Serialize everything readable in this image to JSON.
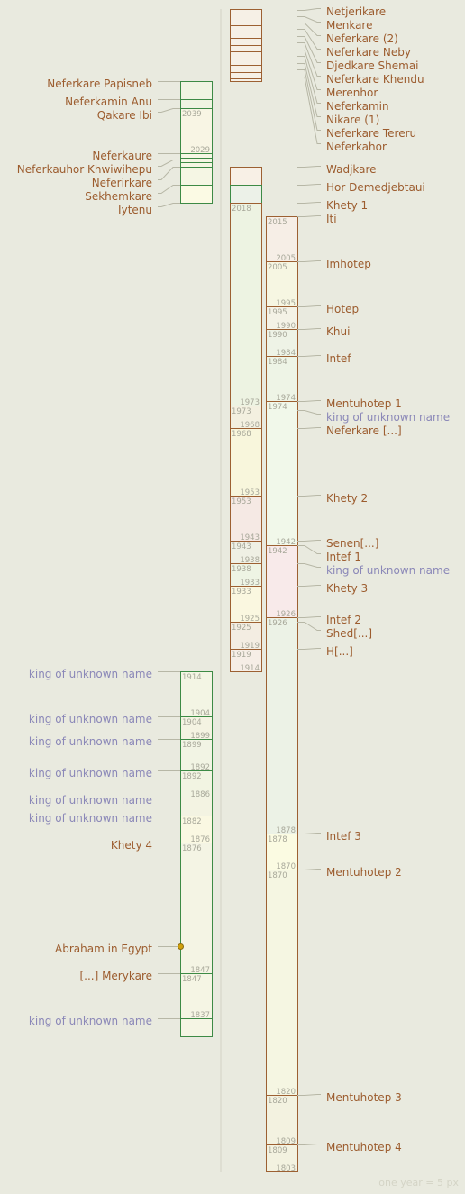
{
  "colors": {
    "background": "#e9eadf",
    "label": "#9c5c2e",
    "unknown_label": "#8b88b8",
    "connector": "#b7b7a6",
    "brown_border": "#9c6032",
    "green_border": "#3d8a45",
    "marker": "#d1a10b"
  },
  "footer": {
    "scale_note": "one year = 5 px"
  },
  "kings": [
    {
      "id": "netjerikare",
      "name": "Netjerikare"
    },
    {
      "id": "menkare",
      "name": "Menkare"
    },
    {
      "id": "neferkare-2",
      "name": "Neferkare (2)"
    },
    {
      "id": "neferkare-neby",
      "name": "Neferkare Neby"
    },
    {
      "id": "djedkare-shemai",
      "name": "Djedkare Shemai"
    },
    {
      "id": "neferkare-khendu",
      "name": "Neferkare Khendu"
    },
    {
      "id": "merenhor",
      "name": "Merenhor"
    },
    {
      "id": "neferkamin",
      "name": "Neferkamin"
    },
    {
      "id": "nikare-1",
      "name": "Nikare (1)"
    },
    {
      "id": "neferkare-tereru",
      "name": "Neferkare Tereru"
    },
    {
      "id": "neferkahor",
      "name": "Neferkahor"
    },
    {
      "id": "neferkare-papisneb",
      "name": "Neferkare Papisneb"
    },
    {
      "id": "neferkamin-anu",
      "name": "Neferkamin Anu"
    },
    {
      "id": "qakare-ibi",
      "name": "Qakare Ibi"
    },
    {
      "id": "neferkaure",
      "name": "Neferkaure"
    },
    {
      "id": "neferkauhor-khwiwihepu",
      "name": "Neferkauhor Khwiwihepu"
    },
    {
      "id": "neferirkare",
      "name": "Neferirkare"
    },
    {
      "id": "sekhemkare",
      "name": "Sekhemkare"
    },
    {
      "id": "iytenu",
      "name": "Iytenu"
    },
    {
      "id": "wadjkare",
      "name": "Wadjkare"
    },
    {
      "id": "hor-demedjebtaui",
      "name": "Hor Demedjebtaui"
    },
    {
      "id": "khety-1",
      "name": "Khety 1"
    },
    {
      "id": "iti",
      "name": "Iti"
    },
    {
      "id": "imhotep",
      "name": "Imhotep"
    },
    {
      "id": "hotep",
      "name": "Hotep"
    },
    {
      "id": "khui",
      "name": "Khui"
    },
    {
      "id": "intef",
      "name": "Intef"
    },
    {
      "id": "mentuhotep-1",
      "name": "Mentuhotep 1"
    },
    {
      "id": "unknown-1",
      "name": "king of unknown name"
    },
    {
      "id": "neferkare-gap",
      "name": "Neferkare [...]"
    },
    {
      "id": "khety-2",
      "name": "Khety 2"
    },
    {
      "id": "senen-gap",
      "name": "Senen[...]"
    },
    {
      "id": "intef-1",
      "name": "Intef 1"
    },
    {
      "id": "unknown-2",
      "name": "king of unknown name"
    },
    {
      "id": "khety-3",
      "name": "Khety 3"
    },
    {
      "id": "intef-2",
      "name": "Intef 2"
    },
    {
      "id": "shed-gap",
      "name": "Shed[...]"
    },
    {
      "id": "h-gap",
      "name": "H[...]"
    },
    {
      "id": "unknown-3",
      "name": "king of unknown name"
    },
    {
      "id": "unknown-4",
      "name": "king of unknown name"
    },
    {
      "id": "unknown-5",
      "name": "king of unknown name"
    },
    {
      "id": "unknown-6",
      "name": "king of unknown name"
    },
    {
      "id": "unknown-7",
      "name": "king of unknown name"
    },
    {
      "id": "unknown-8",
      "name": "king of unknown name"
    },
    {
      "id": "khety-4",
      "name": "Khety 4"
    },
    {
      "id": "abraham-in-egypt",
      "name": "Abraham in Egypt"
    },
    {
      "id": "gap-merykare",
      "name": "[...] Merykare"
    },
    {
      "id": "unknown-9",
      "name": "king of unknown name"
    },
    {
      "id": "intef-3",
      "name": "Intef 3"
    },
    {
      "id": "mentuhotep-2",
      "name": "Mentuhotep 2"
    },
    {
      "id": "mentuhotep-3",
      "name": "Mentuhotep 3"
    },
    {
      "id": "mentuhotep-4",
      "name": "Mentuhotep 4"
    }
  ],
  "year_labels": {
    "y2039": "2039",
    "y2029": "2029",
    "y2018": "2018",
    "y2015": "2015",
    "y2005": "2005",
    "y1995": "1995",
    "y1990": "1990",
    "y1984": "1984",
    "y1974": "1974",
    "y1973": "1973",
    "y1968": "1968",
    "y1953": "1953",
    "y1943": "1943",
    "y1942": "1942",
    "y1938": "1938",
    "y1933": "1933",
    "y1926": "1926",
    "y1925": "1925",
    "y1919": "1919",
    "y1914": "1914",
    "y1904": "1904",
    "y1899": "1899",
    "y1892": "1892",
    "y1886": "1886",
    "y1882": "1882",
    "y1878": "1878",
    "y1876": "1876",
    "y1870": "1870",
    "y1847": "1847",
    "y1837": "1837",
    "y1820": "1820",
    "y1809": "1809",
    "y1803": "1803"
  }
}
